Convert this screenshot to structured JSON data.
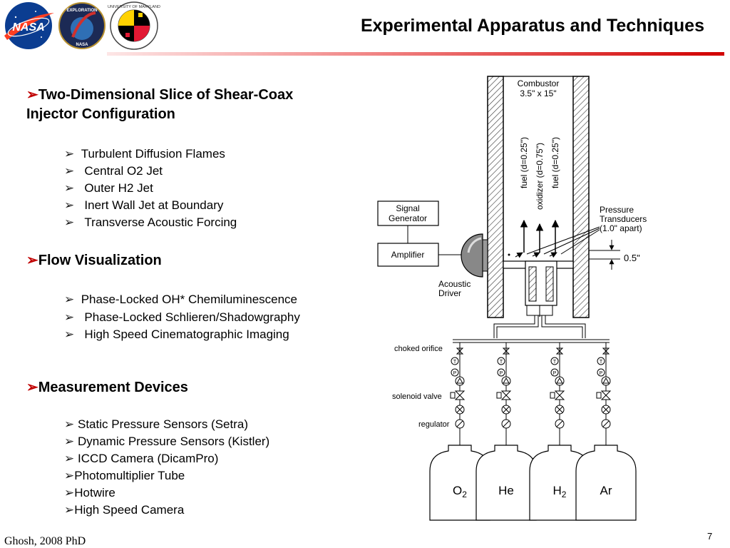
{
  "header": {
    "title": "Experimental Apparatus and Techniques",
    "logos": [
      "nasa-logo",
      "exploration-logo",
      "university-of-maryland-seal"
    ],
    "nasa_text": "NASA",
    "exploration_text": "EXPLORATION",
    "umd_text": "UNIVERSITY OF MARYLAND",
    "accent_color": "#d10000"
  },
  "sections": [
    {
      "heading_line1": "Two-Dimensional Slice of Shear-Coax",
      "heading_line2": "Injector Configuration",
      "items": [
        "Turbulent Diffusion Flames",
        "Central O2 Jet",
        "Outer H2 Jet",
        "Inert Wall Jet at Boundary",
        "Transverse Acoustic Forcing"
      ]
    },
    {
      "heading": "Flow Visualization",
      "items": [
        "Phase-Locked  OH* Chemiluminescence",
        "Phase-Locked  Schlieren/Shadowgraphy",
        "High Speed Cinematographic Imaging"
      ]
    },
    {
      "heading": "Measurement Devices",
      "items": [
        "Static Pressure Sensors (Setra)",
        "Dynamic Pressure Sensors (Kistler)",
        "ICCD Camera (DicamPro)",
        "Photomultiplier Tube",
        "Hotwire",
        "High Speed Camera"
      ]
    }
  ],
  "diagram": {
    "combustor_line1": "Combustor",
    "combustor_line2": "3.5\" x 15\"",
    "fuel_left": "fuel (d=0.25\")",
    "oxidizer": "oxidizer (d=0.75\")",
    "fuel_right": "fuel (d=0.25\")",
    "signal_line1": "Signal",
    "signal_line2": "Generator",
    "amplifier": "Amplifier",
    "pressure_line1": "Pressure",
    "pressure_line2": "Transducers",
    "pressure_line3": "(1.0\" apart)",
    "spacing": "0.5\"",
    "acoustic_line1": "Acoustic",
    "acoustic_line2": "Driver",
    "choked_orifice": "choked orifice",
    "solenoid_valve": "solenoid valve",
    "regulator": "regulator",
    "gauge_t": "T",
    "gauge_p": "P",
    "tanks": [
      {
        "base": "O",
        "sub": "2"
      },
      {
        "base": "He",
        "sub": ""
      },
      {
        "base": "H",
        "sub": "2"
      },
      {
        "base": "Ar",
        "sub": ""
      }
    ]
  },
  "footer": {
    "author": "Ghosh, 2008 PhD",
    "page": "7"
  }
}
